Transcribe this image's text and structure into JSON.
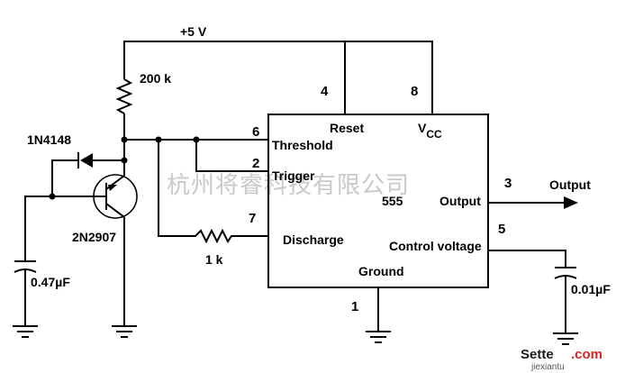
{
  "supply": {
    "label": "+5 V"
  },
  "resistors": {
    "r_top": "200 k",
    "r_discharge": "1 k"
  },
  "diode": {
    "label": "1N4148"
  },
  "transistor": {
    "label": "2N2907"
  },
  "capacitors": {
    "c_timing": "0.47µF",
    "c_control": "0.01µF"
  },
  "ic": {
    "name": "555",
    "pins": {
      "threshold": {
        "number": "6",
        "label": "Threshold"
      },
      "trigger": {
        "number": "2",
        "label": "Trigger"
      },
      "discharge": {
        "number": "7",
        "label": "Discharge"
      },
      "reset": {
        "number": "4",
        "label": "Reset"
      },
      "vcc": {
        "number": "8",
        "label": "V",
        "sub": "CC"
      },
      "output": {
        "number": "3",
        "label": "Output"
      },
      "control": {
        "number": "5",
        "label": "Control voltage"
      },
      "ground": {
        "number": "1",
        "label": "Ground"
      }
    }
  },
  "output_label": "Output",
  "watermark": "杭州将睿科技有限公司",
  "logo": {
    "left": "Sette",
    "right": ".com",
    "url": "jiexiantu"
  }
}
